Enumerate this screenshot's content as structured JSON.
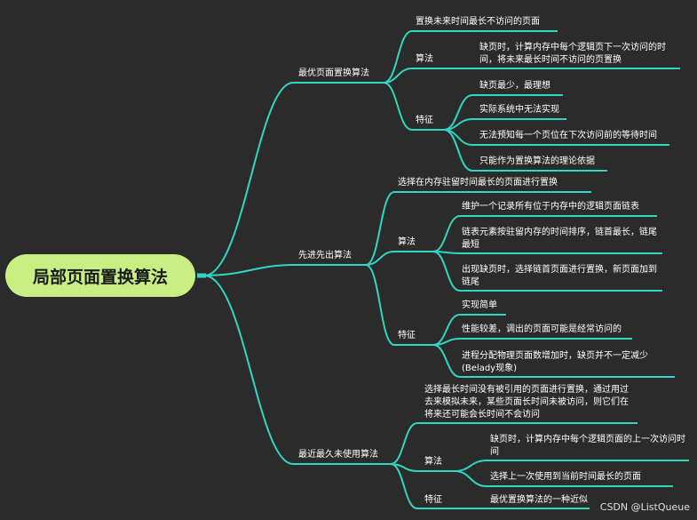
{
  "root": "局部页面置换算法",
  "watermark": "CSDN @ListQueue",
  "accent": "#2fd6c2",
  "root_color": "#c9ef84",
  "b1": {
    "label": "最优页面置换算法",
    "desc": "置换未来时间最长不访问的页面",
    "algo": {
      "label": "算法",
      "text": "缺页时，计算内存中每个逻辑页下一次访问的时间，将未来最长时间不访问的页置换"
    },
    "feat": {
      "label": "特征",
      "items": [
        "缺页最少，最理想",
        "实际系统中无法实现",
        "无法预知每一个页位在下次访问前的等待时间",
        "只能作为置换算法的理论依据"
      ]
    }
  },
  "b2": {
    "label": "先进先出算法",
    "desc": "选择在内存驻留时间最长的页面进行置换",
    "algo": {
      "label": "算法",
      "items": [
        "维护一个记录所有位于内存中的逻辑页面链表",
        "链表元素按驻留内存的时间排序，链首最长，链尾最短",
        "出现缺页时，选择链首页面进行置换，新页面加到链尾"
      ]
    },
    "feat": {
      "label": "特征",
      "items": [
        "实现简单",
        "性能较差，调出的页面可能是经常访问的",
        "进程分配物理页面数增加时，缺页并不一定减少(Belady现象)"
      ]
    }
  },
  "b3": {
    "label": "最近最久未使用算法",
    "desc": "选择最长时间没有被引用的页面进行置换，通过用过去来模拟未来，某些页面长时间未被访问，则它们在将来还可能会长时间不会访问",
    "algo": {
      "label": "算法",
      "items": [
        "缺页时，计算内存中每个逻辑页面的上一次访问时间",
        "选择上一次使用到当前时间最长的页面"
      ]
    },
    "feat": {
      "label": "特征",
      "items": [
        "最优置换算法的一种近似"
      ]
    }
  }
}
